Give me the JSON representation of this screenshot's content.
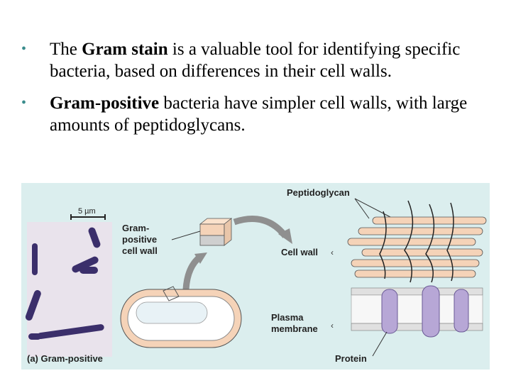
{
  "bullets": [
    {
      "parts": [
        {
          "text": "The ",
          "bold": false
        },
        {
          "text": "Gram stain",
          "bold": true
        },
        {
          "text": " is a valuable tool for identifying specific bacteria, based on differences in their cell walls.",
          "bold": false
        }
      ]
    },
    {
      "parts": [
        {
          "text": "Gram-positive",
          "bold": true
        },
        {
          "text": " bacteria have simpler cell walls, with large amounts of peptidoglycans.",
          "bold": false
        }
      ]
    }
  ],
  "bullet_symbol": "•",
  "figure": {
    "scale_bar_label": "5 µm",
    "inset_label_line1": "Gram-",
    "inset_label_line2": "positive",
    "inset_label_line3": "cell wall",
    "peptidoglycan_label": "Peptidoglycan",
    "cell_wall_label": "Cell wall",
    "plasma_label_line1": "Plasma",
    "plasma_label_line2": "membrane",
    "protein_label": "Protein",
    "caption": "(a) Gram-positive"
  },
  "colors": {
    "bullet": "#3a8c8c",
    "figure_background": "#dbeeee",
    "rod": "#f5d3b8",
    "micrograph": "#e9e3ec",
    "bacteria": "#3b2f6b",
    "protein": "#b7a7d6"
  }
}
